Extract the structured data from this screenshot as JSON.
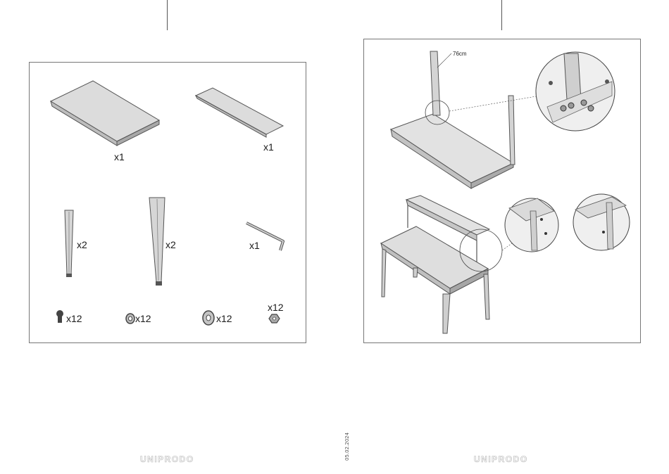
{
  "parts": {
    "tabletop_qty": "x1",
    "shelf_qty": "x1",
    "short_leg_qty": "x2",
    "long_leg_qty": "x2",
    "allen_key_qty": "x1",
    "bolt_qty": "x12",
    "washer_small_qty": "x12",
    "washer_large_qty": "x12",
    "nut_qty": "x12"
  },
  "assembly": {
    "height_callout": "76cm"
  },
  "footer": {
    "brand_left": "UNIPRODO",
    "brand_right": "UNIPRODO",
    "date": "05.02.2024"
  },
  "colors": {
    "panel_border": "#777777",
    "part_fill": "#d9d9d9",
    "part_stroke": "#555555"
  }
}
